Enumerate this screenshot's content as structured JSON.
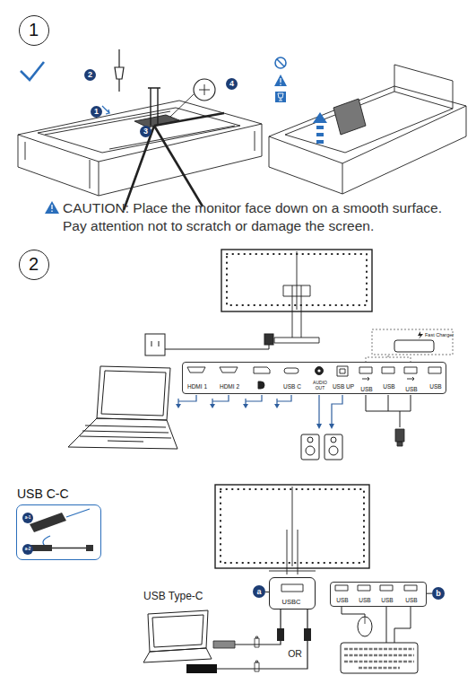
{
  "diagram": {
    "nodes": [
      {
        "text": [
          "1"
        ]
      },
      {
        "text": [
          "1"
        ]
      },
      {
        "text": [
          "2"
        ]
      },
      {
        "text": [
          "3"
        ]
      },
      {
        "text": [
          "4"
        ]
      },
      {
        "text": [
          "2"
        ]
      },
      {
        "text": [
          "HDMI 1",
          "HDMI 2",
          "USB C",
          "AUDIO OUT",
          "USB UP",
          "USB",
          "USB",
          "USB",
          "USB"
        ]
      },
      {
        "text": [
          "USB C-C"
        ]
      },
      {
        "text": [
          "a-1"
        ],
        "in": 7
      },
      {
        "text": [
          "a-2"
        ],
        "in": 7
      },
      {
        "text": [
          "a"
        ]
      },
      {
        "text": [
          "USBC"
        ]
      },
      {
        "text": [
          "USB",
          "USB",
          "USB",
          "USB"
        ]
      },
      {
        "text": [
          "b"
        ]
      }
    ],
    "edges": [
      {
        "from": 10,
        "to": 11,
        "arrow": "none"
      },
      {
        "from": 13,
        "to": 12,
        "arrow": "none"
      }
    ],
    "labels": [
      "CAUTION: Place the monitor face down on a smooth surface. Pay attention not to scratch or damage the screen.",
      "Fast Charger",
      "USB Type-C",
      "OR"
    ]
  }
}
